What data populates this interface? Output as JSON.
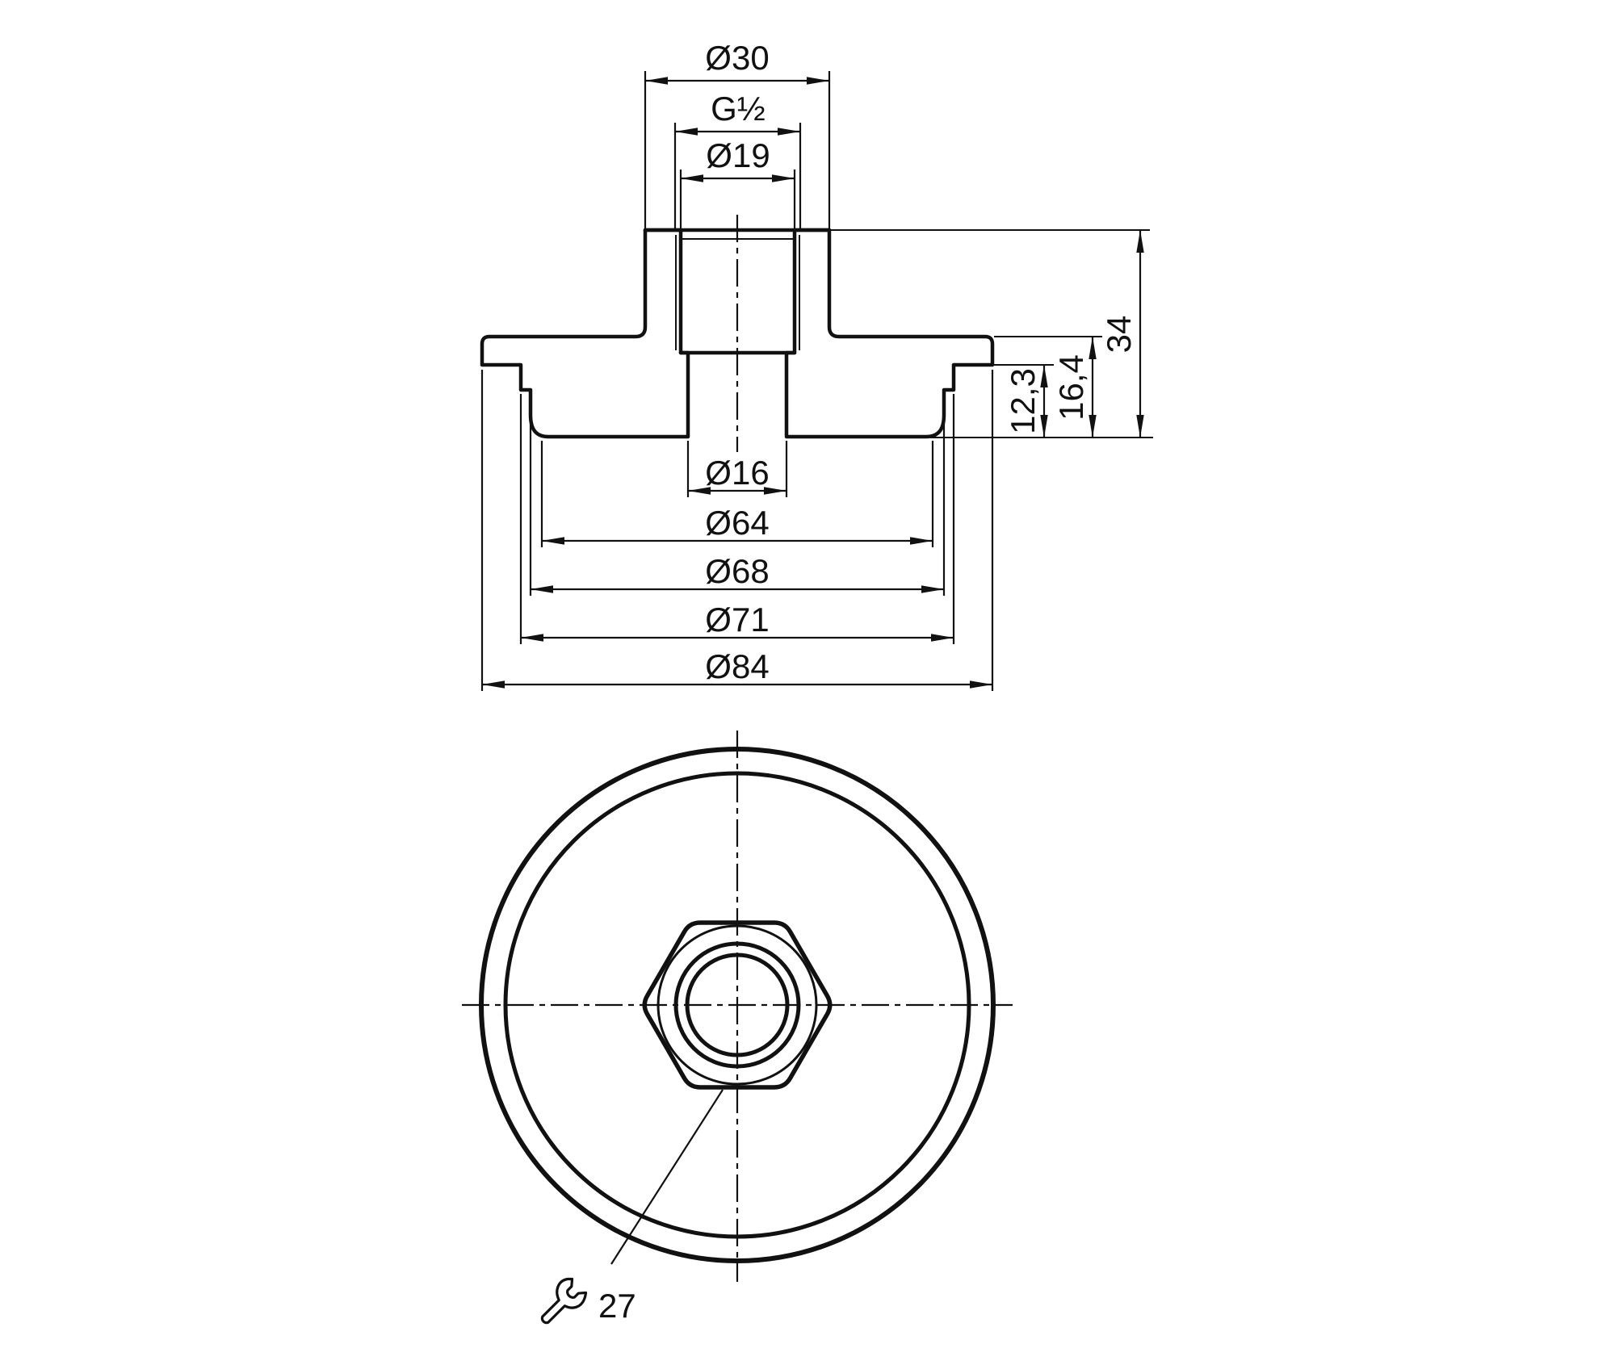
{
  "drawing": {
    "kind": "technical dimensional drawing, 2 views (section + top view)",
    "line_color": "#111111",
    "background_color": "#ffffff",
    "labels": {
      "dia30": "Ø30",
      "thread": "G½",
      "dia19": "Ø19",
      "dia16": "Ø16",
      "dia64": "Ø64",
      "dia68": "Ø68",
      "dia71": "Ø71",
      "dia84": "Ø84",
      "h12_3": "12,3",
      "h16_4": "16,4",
      "h34": "34",
      "wrench_size": "27"
    },
    "dimensions_mm": {
      "stem_outer_diameter": 30,
      "thread": "G½",
      "thread_bore_diameter": 19,
      "bore_diameter": 16,
      "seal_face_diameter": 64,
      "step_diameter": 68,
      "skirt_diameter": 71,
      "flange_outer_diameter": 84,
      "total_height": 34,
      "flange_height": 16.4,
      "rim_height": 12.3,
      "wrench_size_af": 27
    },
    "icons": {
      "wrench": "open-end-wrench-icon"
    }
  }
}
